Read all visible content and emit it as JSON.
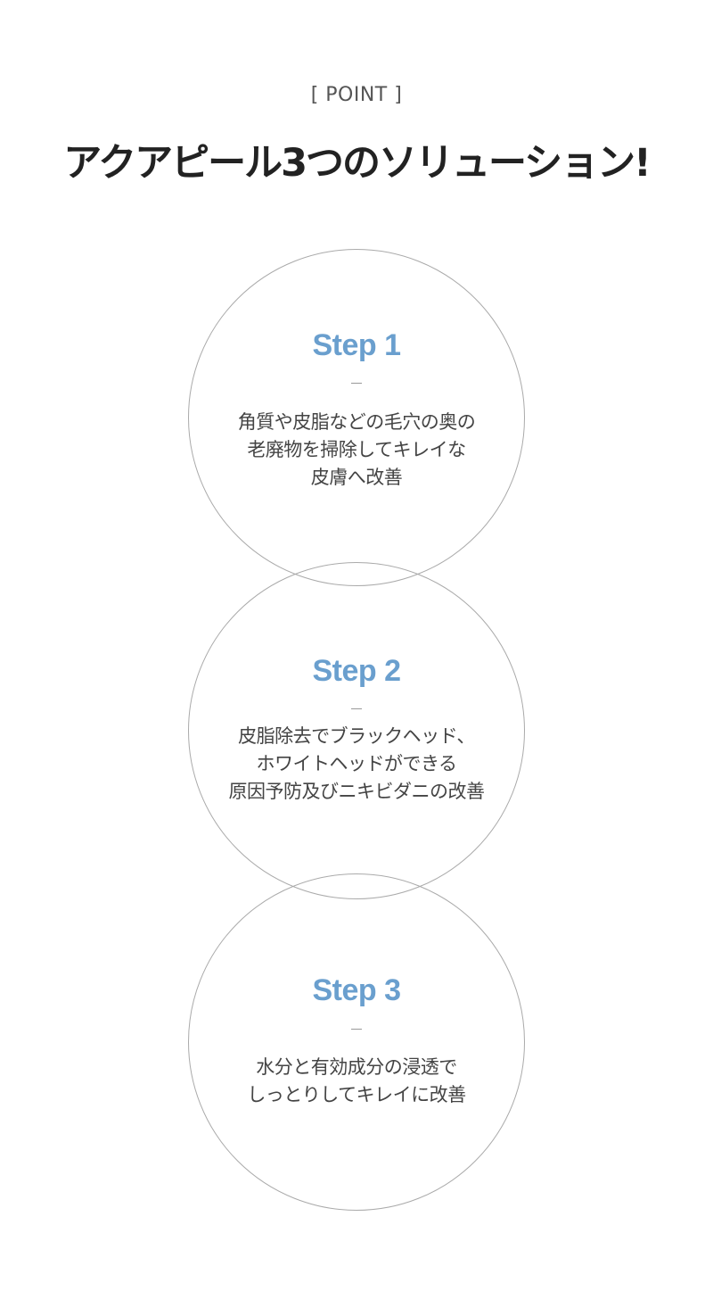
{
  "header": {
    "eyebrow": "[ POINT ]",
    "title": "アクアピール3つのソリューション!"
  },
  "steps": [
    {
      "title": "Step 1",
      "lines": [
        "角質や皮脂などの毛穴の奥の",
        "老廃物を掃除してキレイな",
        "皮膚へ改善"
      ]
    },
    {
      "title": "Step 2",
      "lines": [
        "皮脂除去でブラックヘッド、",
        "ホワイトヘッドができる",
        "原因予防及びニキビダニの改善"
      ]
    },
    {
      "title": "Step 3",
      "lines": [
        "水分と有効成分の浸透で",
        "しっとりしてキレイに改善"
      ]
    }
  ],
  "colors": {
    "accent": "#6a9fce",
    "circle_border": "#aaaaaa",
    "text": "#444444",
    "headline": "#222222"
  }
}
